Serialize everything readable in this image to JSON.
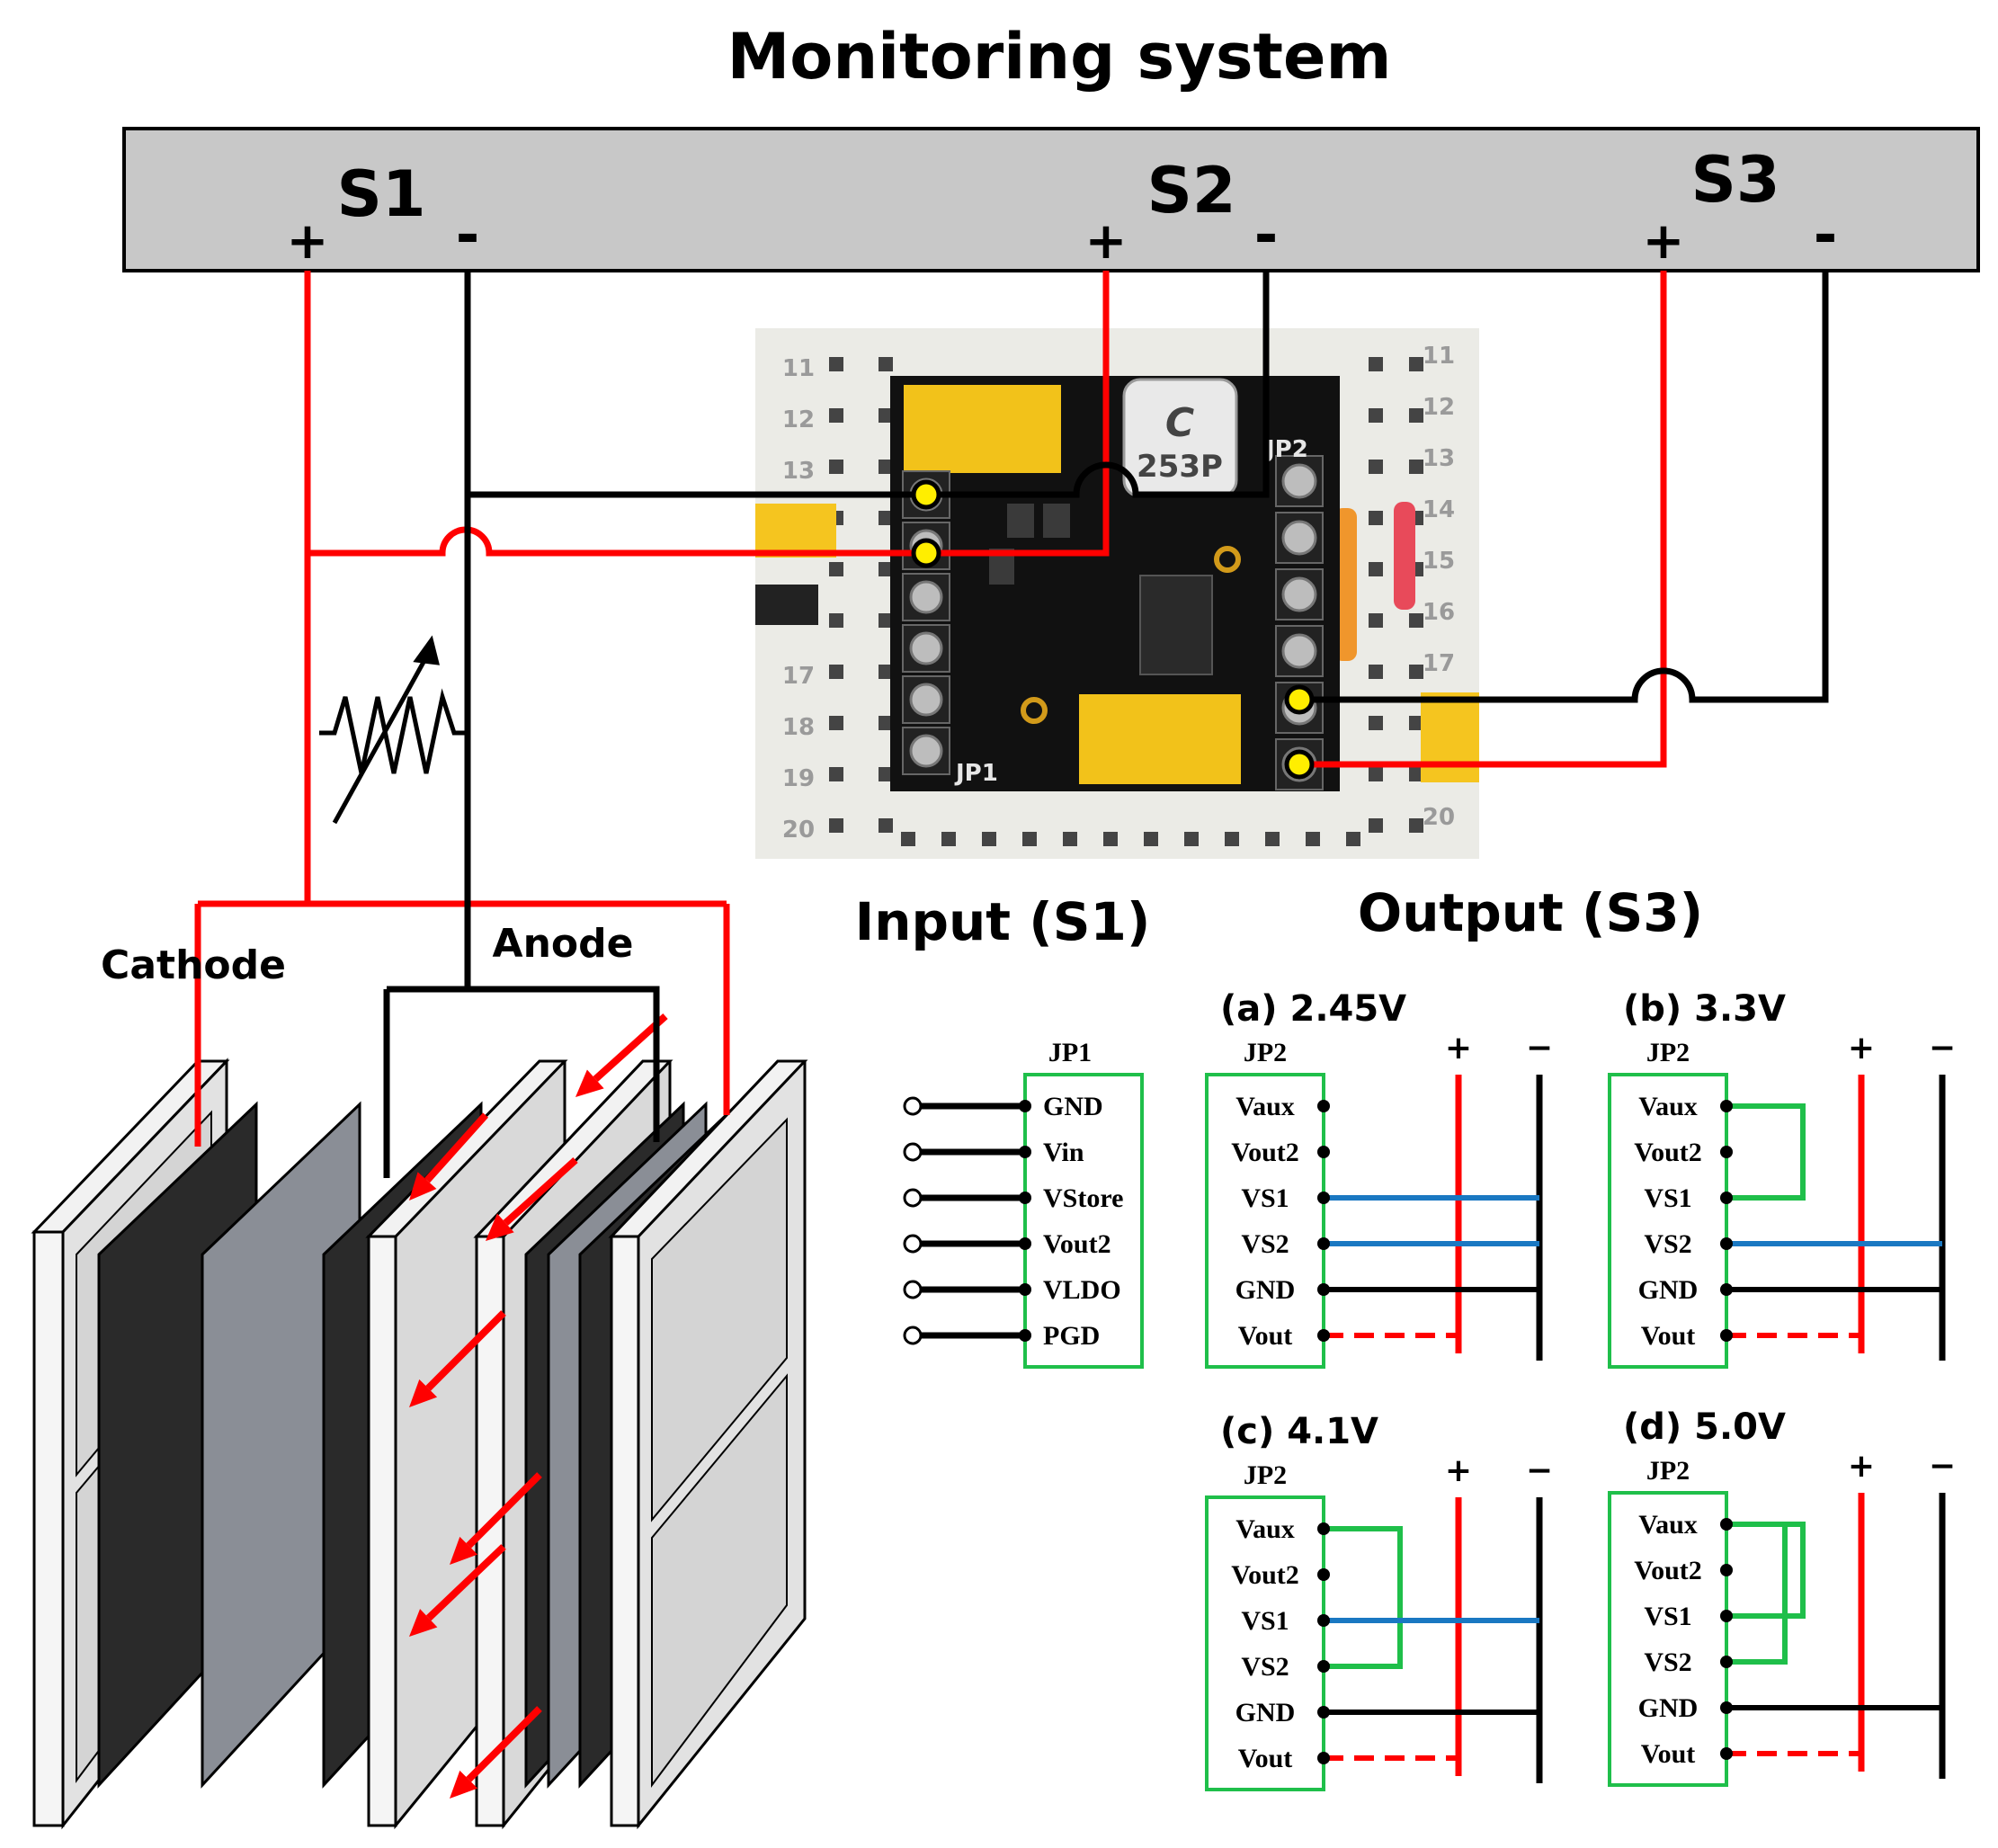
{
  "title": "Monitoring system",
  "channels": [
    {
      "name": "S1",
      "plus": "+",
      "minus": "-"
    },
    {
      "name": "S2",
      "plus": "+",
      "minus": "-"
    },
    {
      "name": "S3",
      "plus": "+",
      "minus": "-"
    }
  ],
  "board": {
    "chip_mark_1": "C",
    "chip_mark_2": "253P",
    "jp1_label": "JP1",
    "jp2_label": "JP2",
    "row_numbers": [
      "11",
      "12",
      "13",
      "14",
      "15",
      "16",
      "17",
      "18",
      "19",
      "20"
    ]
  },
  "cell": {
    "cathode_label": "Cathode",
    "anode_label": "Anode"
  },
  "input": {
    "heading": "Input (S1)",
    "header": "JP1",
    "pins": [
      "GND",
      "Vin",
      "VStore",
      "Vout2",
      "VLDO",
      "PGD"
    ]
  },
  "output": {
    "heading": "Output (S3)",
    "header": "JP2",
    "pins": [
      "Vaux",
      "Vout2",
      "VS1",
      "VS2",
      "GND",
      "Vout"
    ],
    "plus": "+",
    "minus": "−",
    "configs": [
      {
        "id": "a",
        "label": "(a) 2.45V"
      },
      {
        "id": "b",
        "label": "(b) 3.3V"
      },
      {
        "id": "c",
        "label": "(c) 4.1V"
      },
      {
        "id": "d",
        "label": "(d) 5.0V"
      }
    ]
  },
  "colors": {
    "red": "#ff0000",
    "black": "#000000",
    "green": "#1fbf4a",
    "blue": "#1a78c2",
    "panel_grey": "#c8c8c8",
    "board": "#111111"
  }
}
